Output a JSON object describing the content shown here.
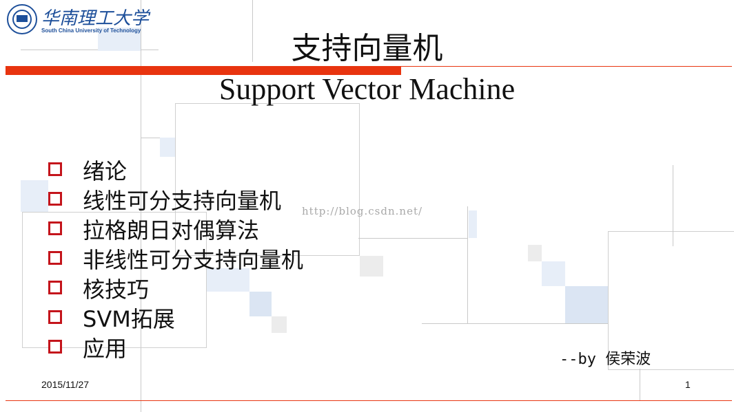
{
  "header": {
    "logo_cn": "华南理工大学",
    "logo_en": "South China University of Technology"
  },
  "title": {
    "chinese": "支持向量机",
    "english": "Support Vector Machine"
  },
  "outline": {
    "items": [
      "绪论",
      "线性可分支持向量机",
      "拉格朗日对偶算法",
      "非线性可分支持向量机",
      "核技巧",
      "SVM拓展",
      "应用"
    ]
  },
  "watermark": "http://blog.csdn.net/",
  "author": "--by 侯荣波",
  "footer": {
    "date": "2015/11/27",
    "page_number": "1"
  },
  "colors": {
    "accent_red": "#e8340f",
    "bullet_red": "#c4141b",
    "logo_blue": "#1d4f9a"
  }
}
